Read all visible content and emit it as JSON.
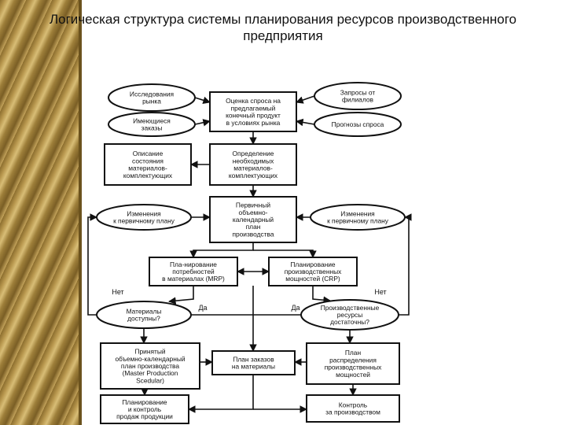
{
  "title": "Логическая структура системы планирования ресурсов производственного предприятия",
  "nodes": {
    "market_research": [
      "Исследования",
      "рынка"
    ],
    "existing_orders": [
      "Имеющиеся",
      "заказы"
    ],
    "branch_requests": [
      "Запросы от",
      "филиалов"
    ],
    "demand_forecasts": [
      "Прогнозы спроса"
    ],
    "demand_estimate": [
      "Оценка спроса на",
      "предлагаемый",
      "конечный продукт",
      "в условиях рынка"
    ],
    "materials_description": [
      "Описание",
      "состояния",
      "материалов-",
      "комплектующих"
    ],
    "materials_needed": [
      "Определение",
      "необходимых",
      "материалов-",
      "комплектующих"
    ],
    "changes_left": [
      "Изменения",
      "к первичному плану"
    ],
    "changes_right": [
      "Изменения",
      "к первичному плану"
    ],
    "primary_plan": [
      "Первичный",
      "объемно-",
      "календарный",
      "план",
      "производства"
    ],
    "mrp": [
      "Пла-нирование",
      "потребностей",
      "в материалах (MRP)"
    ],
    "crp": [
      "Планирование",
      "производственных",
      "мощностей (CRP)"
    ],
    "materials_available": [
      "Материалы",
      "доступны?"
    ],
    "resources_sufficient": [
      "Производственные",
      "ресурсы",
      "достаточны?"
    ],
    "accepted_plan": [
      "Принятый",
      "объемно-календарный",
      "план производства",
      "(Master Production",
      "Scedular)"
    ],
    "material_orders": [
      "План заказов",
      "на материалы"
    ],
    "capacity_plan": [
      "План",
      "распределения",
      "производственных",
      "мощностей"
    ],
    "sales_planning": [
      "Планирование",
      "и контроль",
      "продаж продукции"
    ],
    "production_control": [
      "Контроль",
      "за производством"
    ]
  },
  "edge_labels": {
    "no_left": "Нет",
    "no_right": "Нет",
    "yes_left": "Да",
    "yes_right": "Да"
  }
}
